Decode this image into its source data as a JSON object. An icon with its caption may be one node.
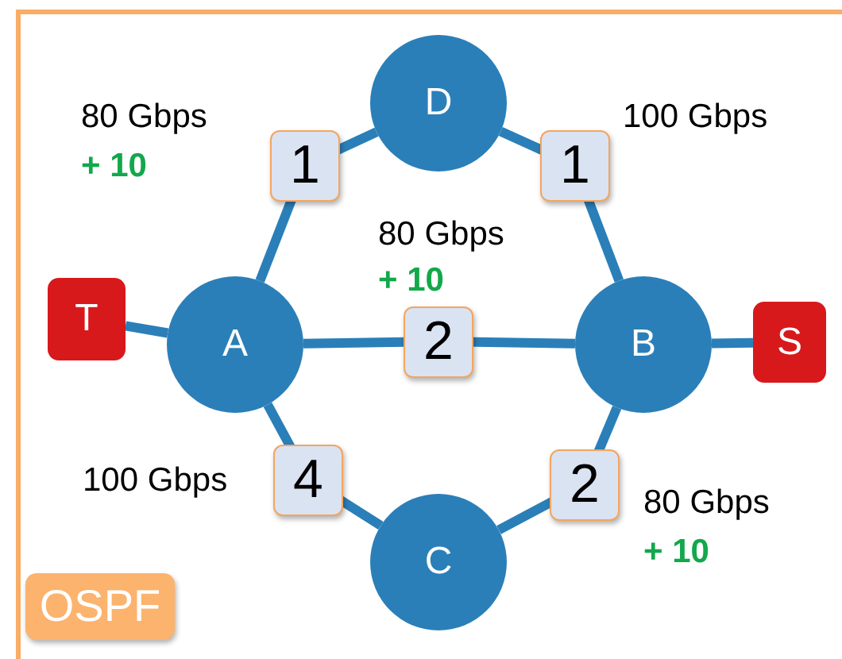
{
  "diagram": {
    "nodes": [
      {
        "text": [
          "T"
        ]
      },
      {
        "text": [
          "A"
        ]
      },
      {
        "text": [
          "D"
        ]
      },
      {
        "text": [
          "B"
        ]
      },
      {
        "text": [
          "S"
        ]
      },
      {
        "text": [
          "C"
        ]
      },
      {
        "text": [
          "OSPF"
        ]
      }
    ],
    "edges": [
      {
        "from": 0,
        "to": 1,
        "arrow": "none"
      },
      {
        "from": 1,
        "to": 2,
        "arrow": "none",
        "label": "1"
      },
      {
        "from": 2,
        "to": 3,
        "arrow": "none",
        "label": "1"
      },
      {
        "from": 1,
        "to": 3,
        "arrow": "none",
        "label": "2"
      },
      {
        "from": 1,
        "to": 5,
        "arrow": "none",
        "label": "4"
      },
      {
        "from": 5,
        "to": 3,
        "arrow": "none",
        "label": "2"
      },
      {
        "from": 3,
        "to": 4,
        "arrow": "none"
      }
    ],
    "labels": [
      "80 Gbps",
      "+ 10",
      "100 Gbps",
      "80 Gbps",
      "+ 10",
      "100 Gbps",
      "80 Gbps",
      "+ 10"
    ]
  }
}
